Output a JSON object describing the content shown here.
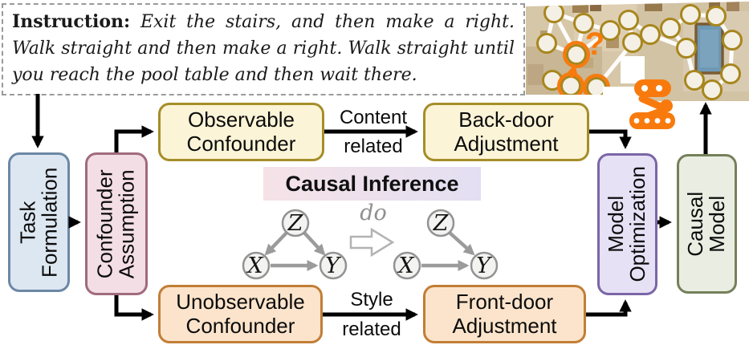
{
  "instruction": {
    "label": "Instruction:",
    "text": " Exit the stairs, and then make a right. Walk straight and then make a right. Walk straight until you reach the pool table and then wait there."
  },
  "pipeline": {
    "task_formulation": "Task Formulation",
    "confounder_assumption": "Confounder Assumption",
    "observable_confounder": "Observable Confounder",
    "back_door_adjustment": "Back-door Adjustment",
    "unobservable_confounder": "Unobservable Confounder",
    "front_door_adjustment": "Front-door Adjustment",
    "model_optimization": "Model Optimization",
    "causal_model": "Causal Model",
    "content_label": "Content",
    "content_sub": "related",
    "style_label": "Style",
    "style_sub": "related"
  },
  "causal_inference": {
    "title": "Causal Inference",
    "do_label": "do",
    "z": "Z",
    "x": "X",
    "y": "Y"
  },
  "map": {
    "question_mark": "?"
  },
  "colors": {
    "accent_orange": "#F87A0D",
    "map_node_border": "#A8861E",
    "blue_box": "#DDE7F2",
    "blue_border": "#6C88A5",
    "pink_box": "#F3DEE5",
    "pink_border": "#A06A7E",
    "yellow_box": "#FBF4D7",
    "yellow_border": "#A58E28",
    "orange_box": "#FBE4CB",
    "orange_border": "#C27E36",
    "purple_box": "#E7E1F5",
    "purple_border": "#7B66A6",
    "green_box": "#EAEDE2",
    "green_border": "#75805A",
    "title_bg_left": "#F5E2E7",
    "title_bg_right": "#E3DFF2",
    "arrow_black": "#000000",
    "graph_gray": "#9B9B9B"
  }
}
